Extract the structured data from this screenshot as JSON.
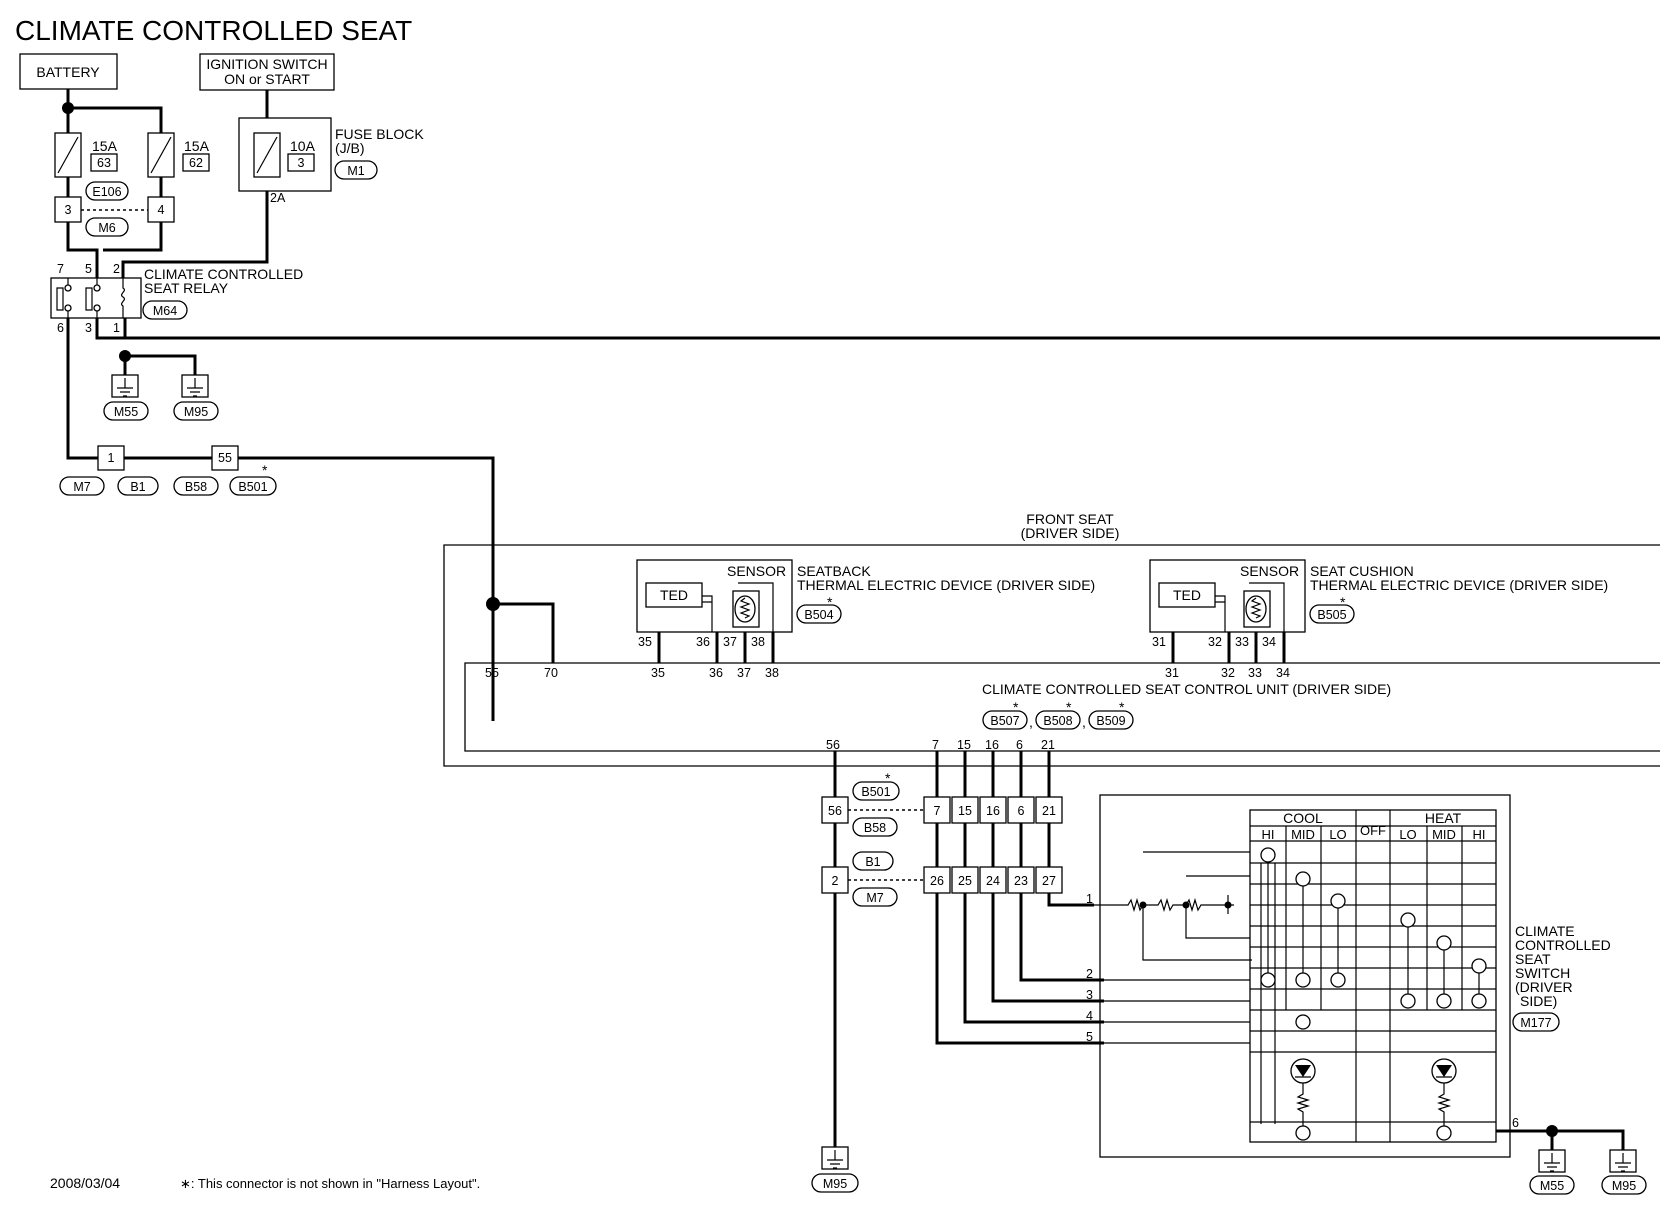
{
  "title": "CLIMATE CONTROLLED SEAT",
  "date": "2008/03/04",
  "footnote": "∗: This connector is not shown in \"Harness Layout\".",
  "battery": "BATTERY",
  "ignition": {
    "line1": "IGNITION SWITCH",
    "line2": "ON or START"
  },
  "fuses": [
    {
      "amps": "15A",
      "number": "63"
    },
    {
      "amps": "15A",
      "number": "62"
    },
    {
      "amps": "10A",
      "number": "3"
    }
  ],
  "fuse_block": {
    "line1": "FUSE BLOCK",
    "line2": "(J/B)",
    "connector": "M1",
    "pin": "2A"
  },
  "relay": {
    "line1": "CLIMATE CONTROLLED",
    "line2": "SEAT RELAY",
    "connector": "M64",
    "pins": [
      "7",
      "5",
      "2",
      "6",
      "3",
      "1"
    ]
  },
  "connectors": {
    "e106": "E106",
    "m6": "M6",
    "m55": "M55",
    "m95": "M95",
    "m7": "M7",
    "b1": "B1",
    "b58": "B58",
    "b501": "B501",
    "b504": "B504",
    "b505": "B505",
    "b507": "B507",
    "b508": "B508",
    "b509": "B509",
    "m177": "M177"
  },
  "joint_pins": {
    "e106_a": "3",
    "e106_b": "4",
    "m7_b1": "1",
    "b58_b501": "55",
    "b501_56": "56",
    "b1_m7": "2"
  },
  "front_seat": {
    "line1": "FRONT SEAT",
    "line2": "(DRIVER SIDE)"
  },
  "sensor": "SENSOR",
  "ted": "TED",
  "seatback": {
    "line1": "SEATBACK",
    "line2": "THERMAL ELECTRIC DEVICE (DRIVER SIDE)",
    "pins": [
      "35",
      "36",
      "37",
      "38"
    ]
  },
  "cushion": {
    "line1": "SEAT CUSHION",
    "line2": "THERMAL ELECTRIC DEVICE (DRIVER SIDE)",
    "pins": [
      "31",
      "32",
      "33",
      "34"
    ]
  },
  "control_unit": {
    "label": "CLIMATE CONTROLLED SEAT CONTROL UNIT (DRIVER SIDE)",
    "top_pins": [
      "55",
      "70",
      "35",
      "36",
      "37",
      "38",
      "31",
      "32",
      "33",
      "34"
    ],
    "bottom_pins": [
      "56",
      "7",
      "15",
      "16",
      "6",
      "21"
    ]
  },
  "switch_side_pins": [
    "26",
    "25",
    "24",
    "23",
    "27"
  ],
  "switch": {
    "lines": [
      "CLIMATE",
      "CONTROLLED",
      "SEAT",
      "SWITCH",
      "(DRIVER",
      "SIDE)"
    ],
    "connector": "M177",
    "cool": "COOL",
    "off": "OFF",
    "heat": "HEAT",
    "cool_modes": [
      "HI",
      "MID",
      "LO"
    ],
    "heat_modes": [
      "LO",
      "MID",
      "HI"
    ],
    "pins": [
      "1",
      "2",
      "3",
      "4",
      "5",
      "6"
    ]
  },
  "comma": ","
}
